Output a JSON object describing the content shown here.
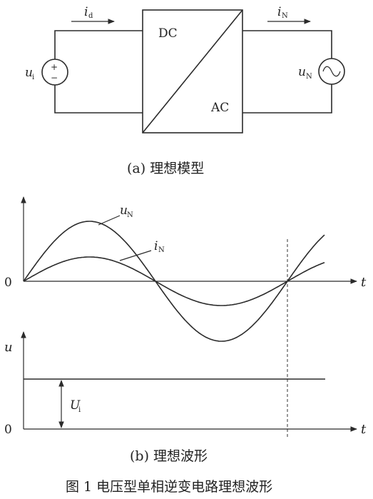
{
  "circuit": {
    "current_in": "i",
    "current_in_sub": "d",
    "current_out": "i",
    "current_out_sub": "N",
    "source_in": "u",
    "source_in_sub": "i",
    "source_out": "u",
    "source_out_sub": "N",
    "box_top_label": "DC",
    "box_bottom_label": "AC",
    "plus_sign": "+",
    "minus_sign": "−"
  },
  "caption_a": "(a)  理想模型",
  "waveforms": {
    "upper_label_uN": "u",
    "upper_label_uN_sub": "N",
    "upper_label_iN": "i",
    "upper_label_iN_sub": "N",
    "upper_zero": "0",
    "upper_t": "t",
    "lower_u": "u",
    "lower_Ui": "U",
    "lower_Ui_sub": "i",
    "lower_zero": "0",
    "lower_t": "t"
  },
  "caption_b": "(b)  理想波形",
  "figure_caption": "图 1   电压型单相逆变电路理想波形"
}
